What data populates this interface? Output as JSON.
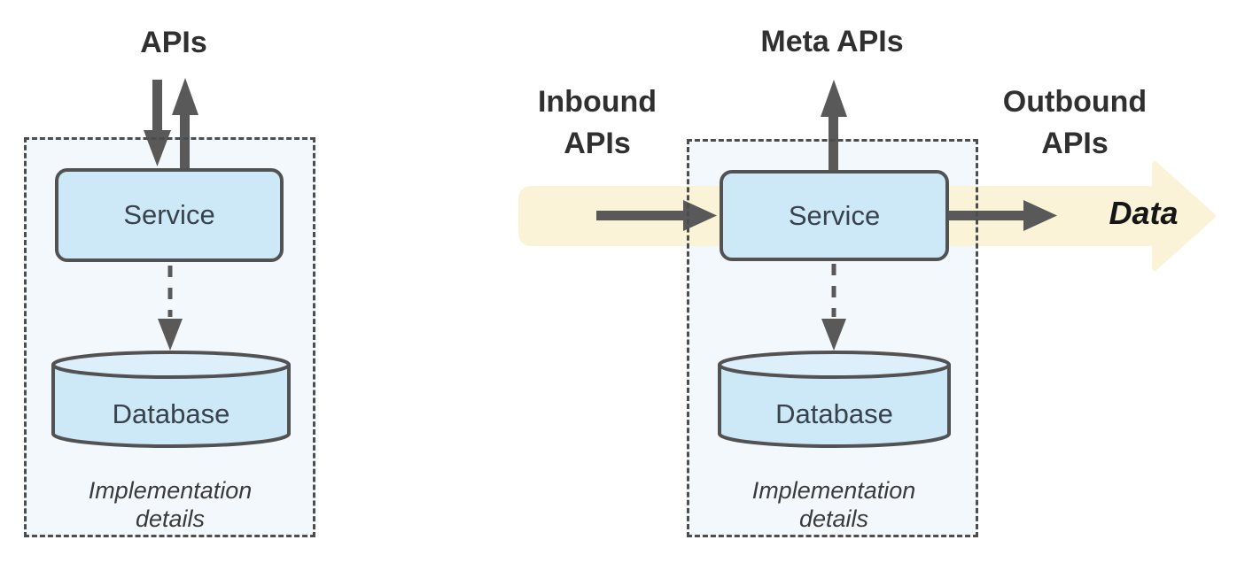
{
  "colors": {
    "panel_fill": "#f3f8fc",
    "dash_color": "#4d4d4d",
    "node_fill": "#cde9f8",
    "node_fill_light": "#ddeffa",
    "stroke_dark": "#525252",
    "arrow_gray": "#595959",
    "band_fill": "#faf3d8",
    "heading": "#303030",
    "node_text": "#37424c",
    "caption": "#3a3a3a"
  },
  "left_diagram": {
    "title": "APIs",
    "service_label": "Service",
    "database_label": "Database",
    "caption": "Implementation details"
  },
  "right_diagram": {
    "title": "Meta APIs",
    "inbound_label": "Inbound APIs",
    "outbound_label": "Outbound APIs",
    "service_label": "Service",
    "database_label": "Database",
    "caption": "Implementation details",
    "data_flow_label": "Data"
  }
}
